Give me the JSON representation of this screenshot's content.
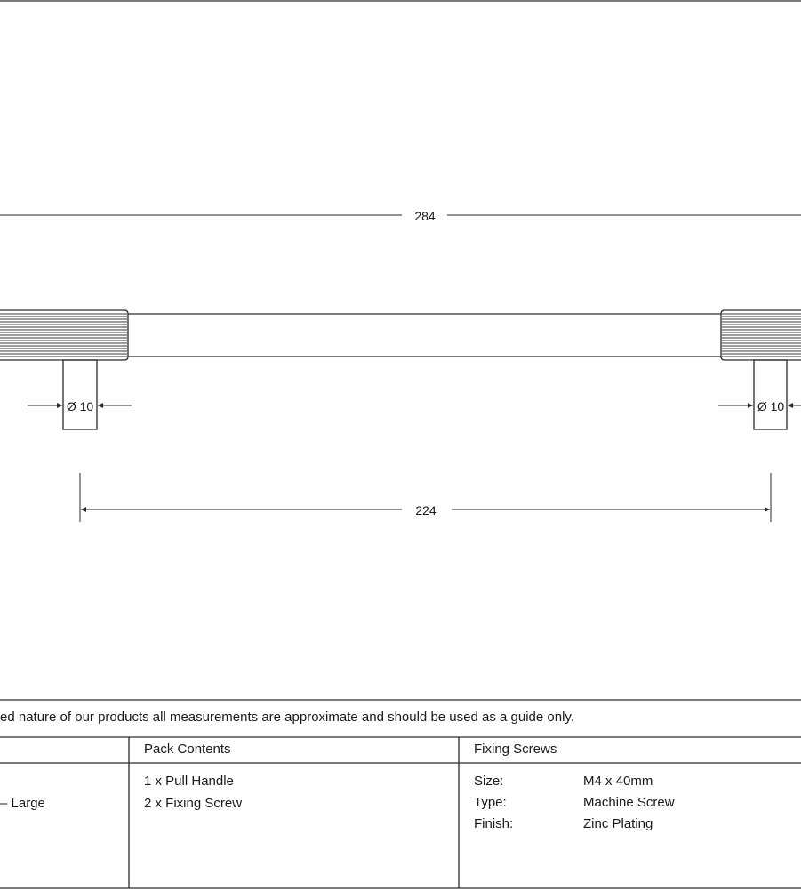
{
  "dimensions": {
    "overall_length": "284",
    "hole_centres": "224",
    "diameter_left": "Ø 10",
    "diameter_right": "Ø 10"
  },
  "note": "ed nature of our products all measurements are approximate and should be used as a guide only.",
  "table": {
    "product_name_fragment": "– Large",
    "pack_contents": {
      "header": "Pack Contents",
      "items": [
        "1 x Pull Handle",
        "2 x Fixing Screw"
      ]
    },
    "fixing_screws": {
      "header": "Fixing Screws",
      "rows": [
        {
          "label": "Size:",
          "value": "M4 x 40mm"
        },
        {
          "label": "Type:",
          "value": "Machine Screw"
        },
        {
          "label": "Finish:",
          "value": "Zinc Plating"
        }
      ]
    }
  },
  "colors": {
    "line": "#2a2a2a",
    "background": "#ffffff"
  }
}
